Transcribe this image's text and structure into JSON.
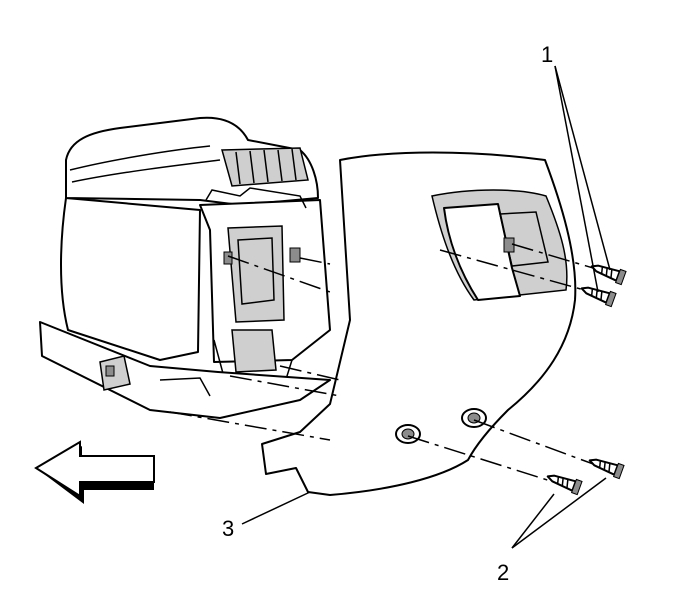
{
  "figure": {
    "callouts": [
      {
        "id": "callout-1",
        "label": "1"
      },
      {
        "id": "callout-2",
        "label": "2"
      },
      {
        "id": "callout-3",
        "label": "3"
      }
    ],
    "colors": {
      "line": "#000000",
      "fill": "#ffffff",
      "shade": "#cfcfcf",
      "dark_shade": "#8c8c8c"
    },
    "icons": [
      "direction-arrow-left-icon",
      "screw-icon"
    ]
  }
}
